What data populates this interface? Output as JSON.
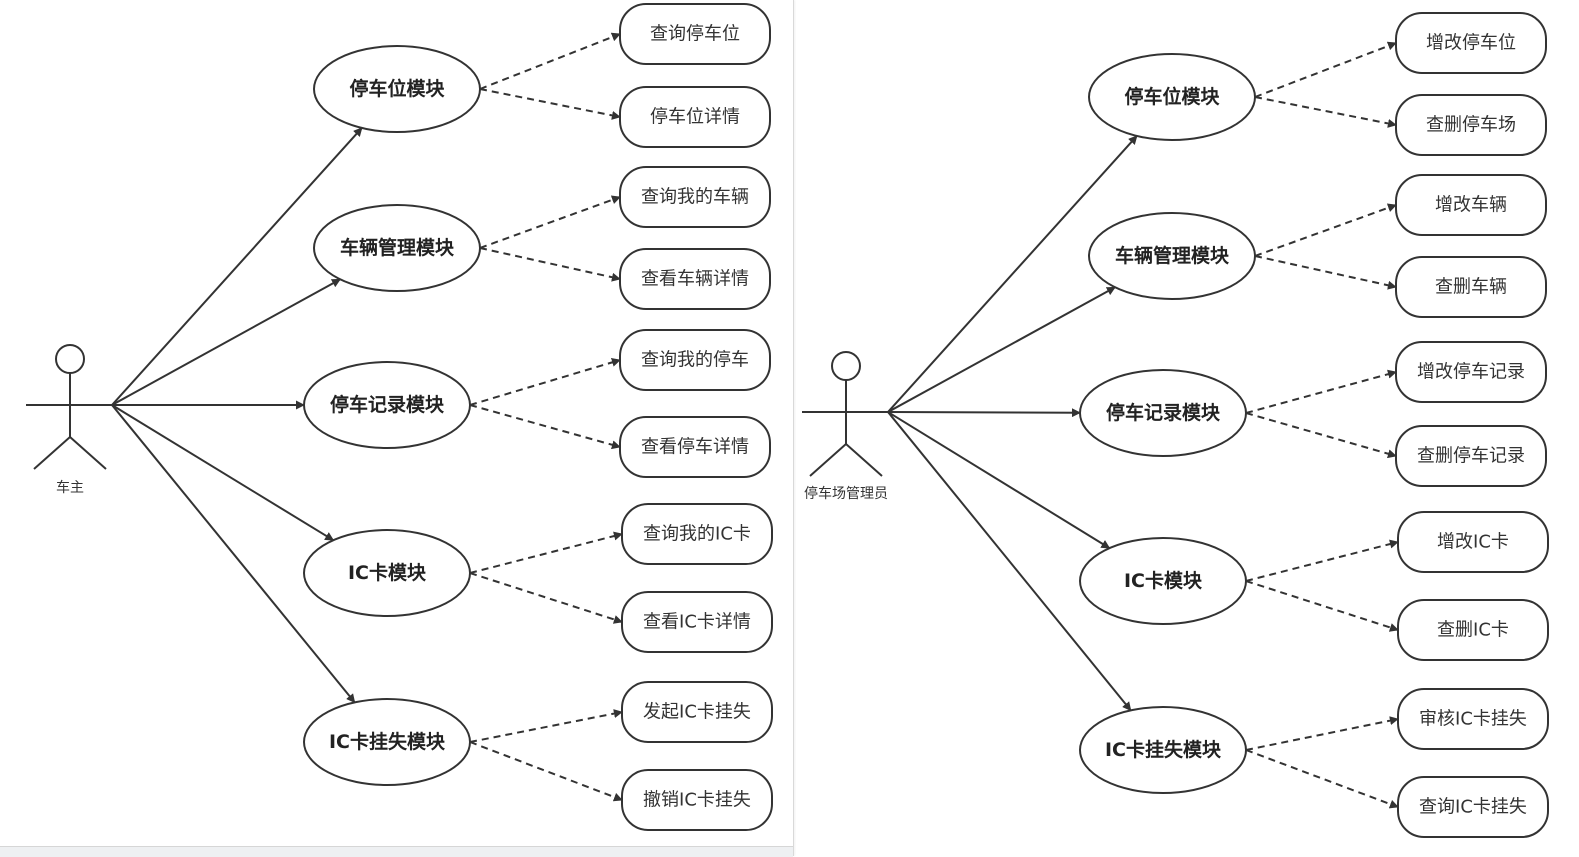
{
  "diagrams": [
    {
      "id": "owner",
      "actor": "车主",
      "modules": [
        {
          "label": "停车位模块",
          "cases": [
            "查询停车位",
            "停车位详情"
          ]
        },
        {
          "label": "车辆管理模块",
          "cases": [
            "查询我的车辆",
            "查看车辆详情"
          ]
        },
        {
          "label": "停车记录模块",
          "cases": [
            "查询我的停车",
            "查看停车详情"
          ]
        },
        {
          "label": "IC卡模块",
          "cases": [
            "查询我的IC卡",
            "查看IC卡详情"
          ]
        },
        {
          "label": "IC卡挂失模块",
          "cases": [
            "发起IC卡挂失",
            "撤销IC卡挂失"
          ]
        }
      ]
    },
    {
      "id": "admin",
      "actor": "停车场管理员",
      "modules": [
        {
          "label": "停车位模块",
          "cases": [
            "增改停车位",
            "查删停车场"
          ]
        },
        {
          "label": "车辆管理模块",
          "cases": [
            "增改车辆",
            "查删车辆"
          ]
        },
        {
          "label": "停车记录模块",
          "cases": [
            "增改停车记录",
            "查删停车记录"
          ]
        },
        {
          "label": "IC卡模块",
          "cases": [
            "增改IC卡",
            "查删IC卡"
          ]
        },
        {
          "label": "IC卡挂失模块",
          "cases": [
            "审核IC卡挂失",
            "查询IC卡挂失"
          ]
        }
      ]
    }
  ]
}
